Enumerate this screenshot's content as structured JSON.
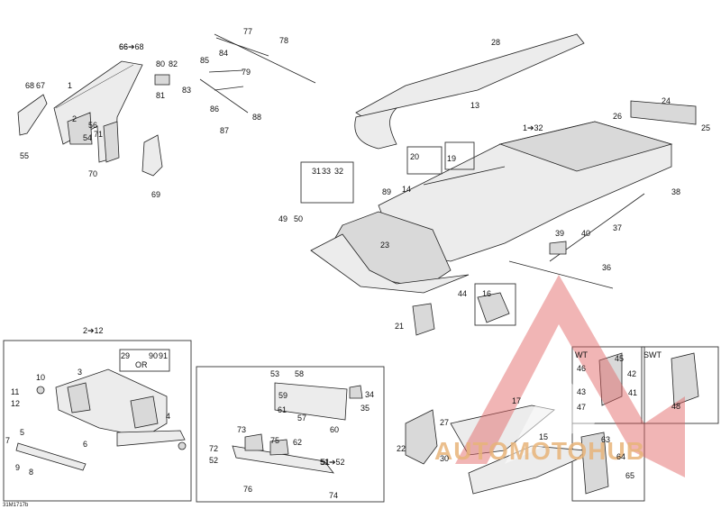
{
  "diagram_id": "31M1717b",
  "labels": {
    "range_top_left": "66➔68",
    "range_chassis": "1➔32",
    "range_sub": "2➔12",
    "range_bumper": "51➔52",
    "or_text": "OR",
    "wt": "WT",
    "swt": "SWT"
  },
  "callouts": [
    "1",
    "2",
    "3",
    "4",
    "5",
    "6",
    "7",
    "8",
    "9",
    "10",
    "11",
    "12",
    "13",
    "14",
    "15",
    "16",
    "17",
    "19",
    "20",
    "21",
    "22",
    "23",
    "24",
    "25",
    "26",
    "27",
    "28",
    "29",
    "30",
    "31",
    "32",
    "33",
    "34",
    "35",
    "36",
    "37",
    "38",
    "39",
    "40",
    "41",
    "42",
    "43",
    "44",
    "45",
    "46",
    "47",
    "48",
    "49",
    "50",
    "51",
    "52",
    "53",
    "54",
    "55",
    "56",
    "57",
    "58",
    "59",
    "60",
    "61",
    "62",
    "63",
    "64",
    "65",
    "66",
    "67",
    "68",
    "69",
    "70",
    "71",
    "72",
    "73",
    "74",
    "75",
    "76",
    "77",
    "78",
    "79",
    "80",
    "81",
    "82",
    "83",
    "84",
    "85",
    "86",
    "87",
    "88",
    "89",
    "90",
    "91"
  ],
  "watermark": {
    "brand": "AUTOMOTOHUB",
    "color": "#d94a4a"
  }
}
